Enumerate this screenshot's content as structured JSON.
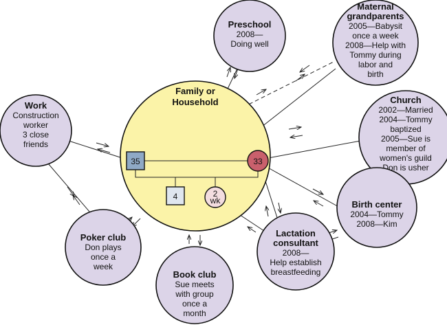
{
  "household": {
    "title_lines": [
      "Family or",
      "Household"
    ]
  },
  "members": {
    "father": "35",
    "mother": "33",
    "son": "4",
    "baby_top": "2",
    "baby_bottom": "wk"
  },
  "colors": {
    "household": "#fbf3a8",
    "node": "#dcd4e8",
    "father": "#8fa9c6",
    "mother": "#c9606c",
    "son": "#dfe6ef",
    "baby": "#f3dde0"
  },
  "systems": [
    {
      "id": "preschool",
      "title": [
        "Preschool"
      ],
      "lines": [
        "2008—",
        "Doing well"
      ]
    },
    {
      "id": "grandparents",
      "title": [
        "Maternal",
        "grandparents"
      ],
      "lines": [
        "2005—Babysit",
        "once a week",
        "2008—Help with",
        "Tommy during",
        "labor and",
        "birth"
      ]
    },
    {
      "id": "church",
      "title": [
        "Church"
      ],
      "lines": [
        "2002—Married",
        "2004—Tommy",
        "baptized",
        "2005—Sue is",
        "member of",
        "women's guild",
        "Don is usher"
      ]
    },
    {
      "id": "work",
      "title": [
        "Work"
      ],
      "lines": [
        "Construction",
        "worker",
        "3 close",
        "friends"
      ]
    },
    {
      "id": "birth-center",
      "title": [
        "Birth center"
      ],
      "lines": [
        "2004—Tommy",
        "2008—Kim"
      ]
    },
    {
      "id": "poker-club",
      "title": [
        "Poker club"
      ],
      "lines": [
        "Don plays",
        "once a",
        "week"
      ]
    },
    {
      "id": "book-club",
      "title": [
        "Book club"
      ],
      "lines": [
        "Sue meets",
        "with group",
        "once a",
        "month"
      ]
    },
    {
      "id": "lactation",
      "title": [
        "Lactation",
        "consultant"
      ],
      "lines": [
        "2008—",
        "Help establish",
        "breastfeeding"
      ]
    }
  ]
}
